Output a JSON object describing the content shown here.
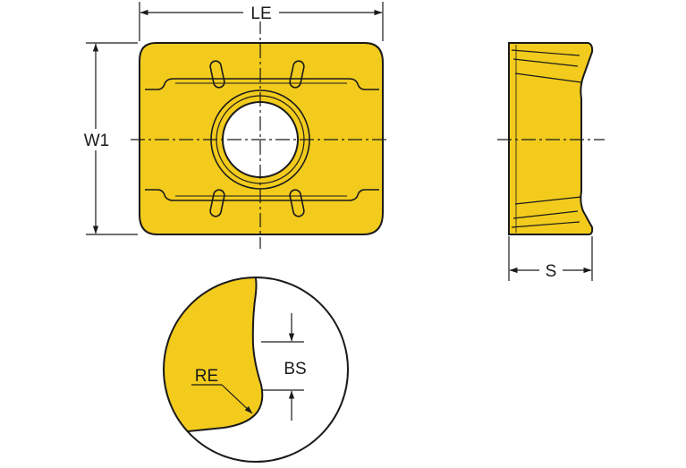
{
  "labels": {
    "le": "LE",
    "w1": "W1",
    "s": "S",
    "bs": "BS",
    "re": "RE"
  },
  "colors": {
    "insert_fill": "#F2CB1D",
    "outline": "#1a1a1a",
    "background": "#ffffff"
  }
}
